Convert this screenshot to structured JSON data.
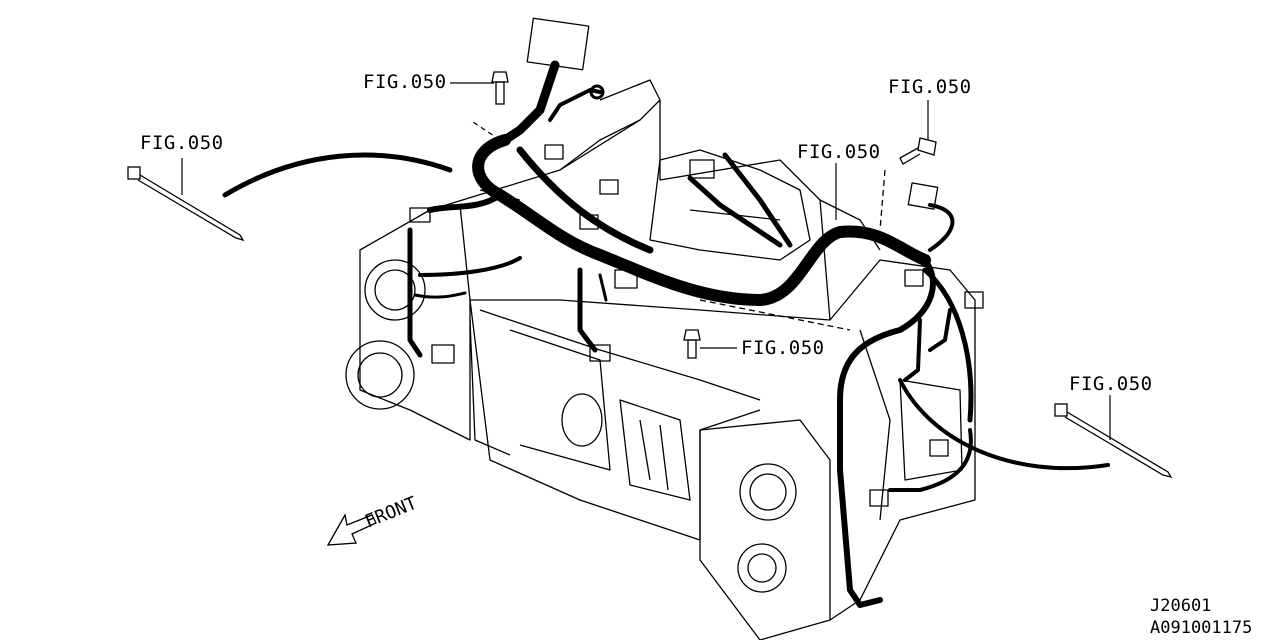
{
  "callouts": {
    "fig_top_left": "FIG.050",
    "fig_left": "FIG.050",
    "fig_top_right": "FIG.050",
    "fig_center_right": "FIG.050",
    "fig_center_bolt": "FIG.050",
    "fig_right": "FIG.050"
  },
  "front_label": "FRONT",
  "codes": {
    "part_code": "J20601",
    "drawing_code": "A091001175"
  },
  "colors": {
    "line": "#000000",
    "background": "#ffffff"
  }
}
